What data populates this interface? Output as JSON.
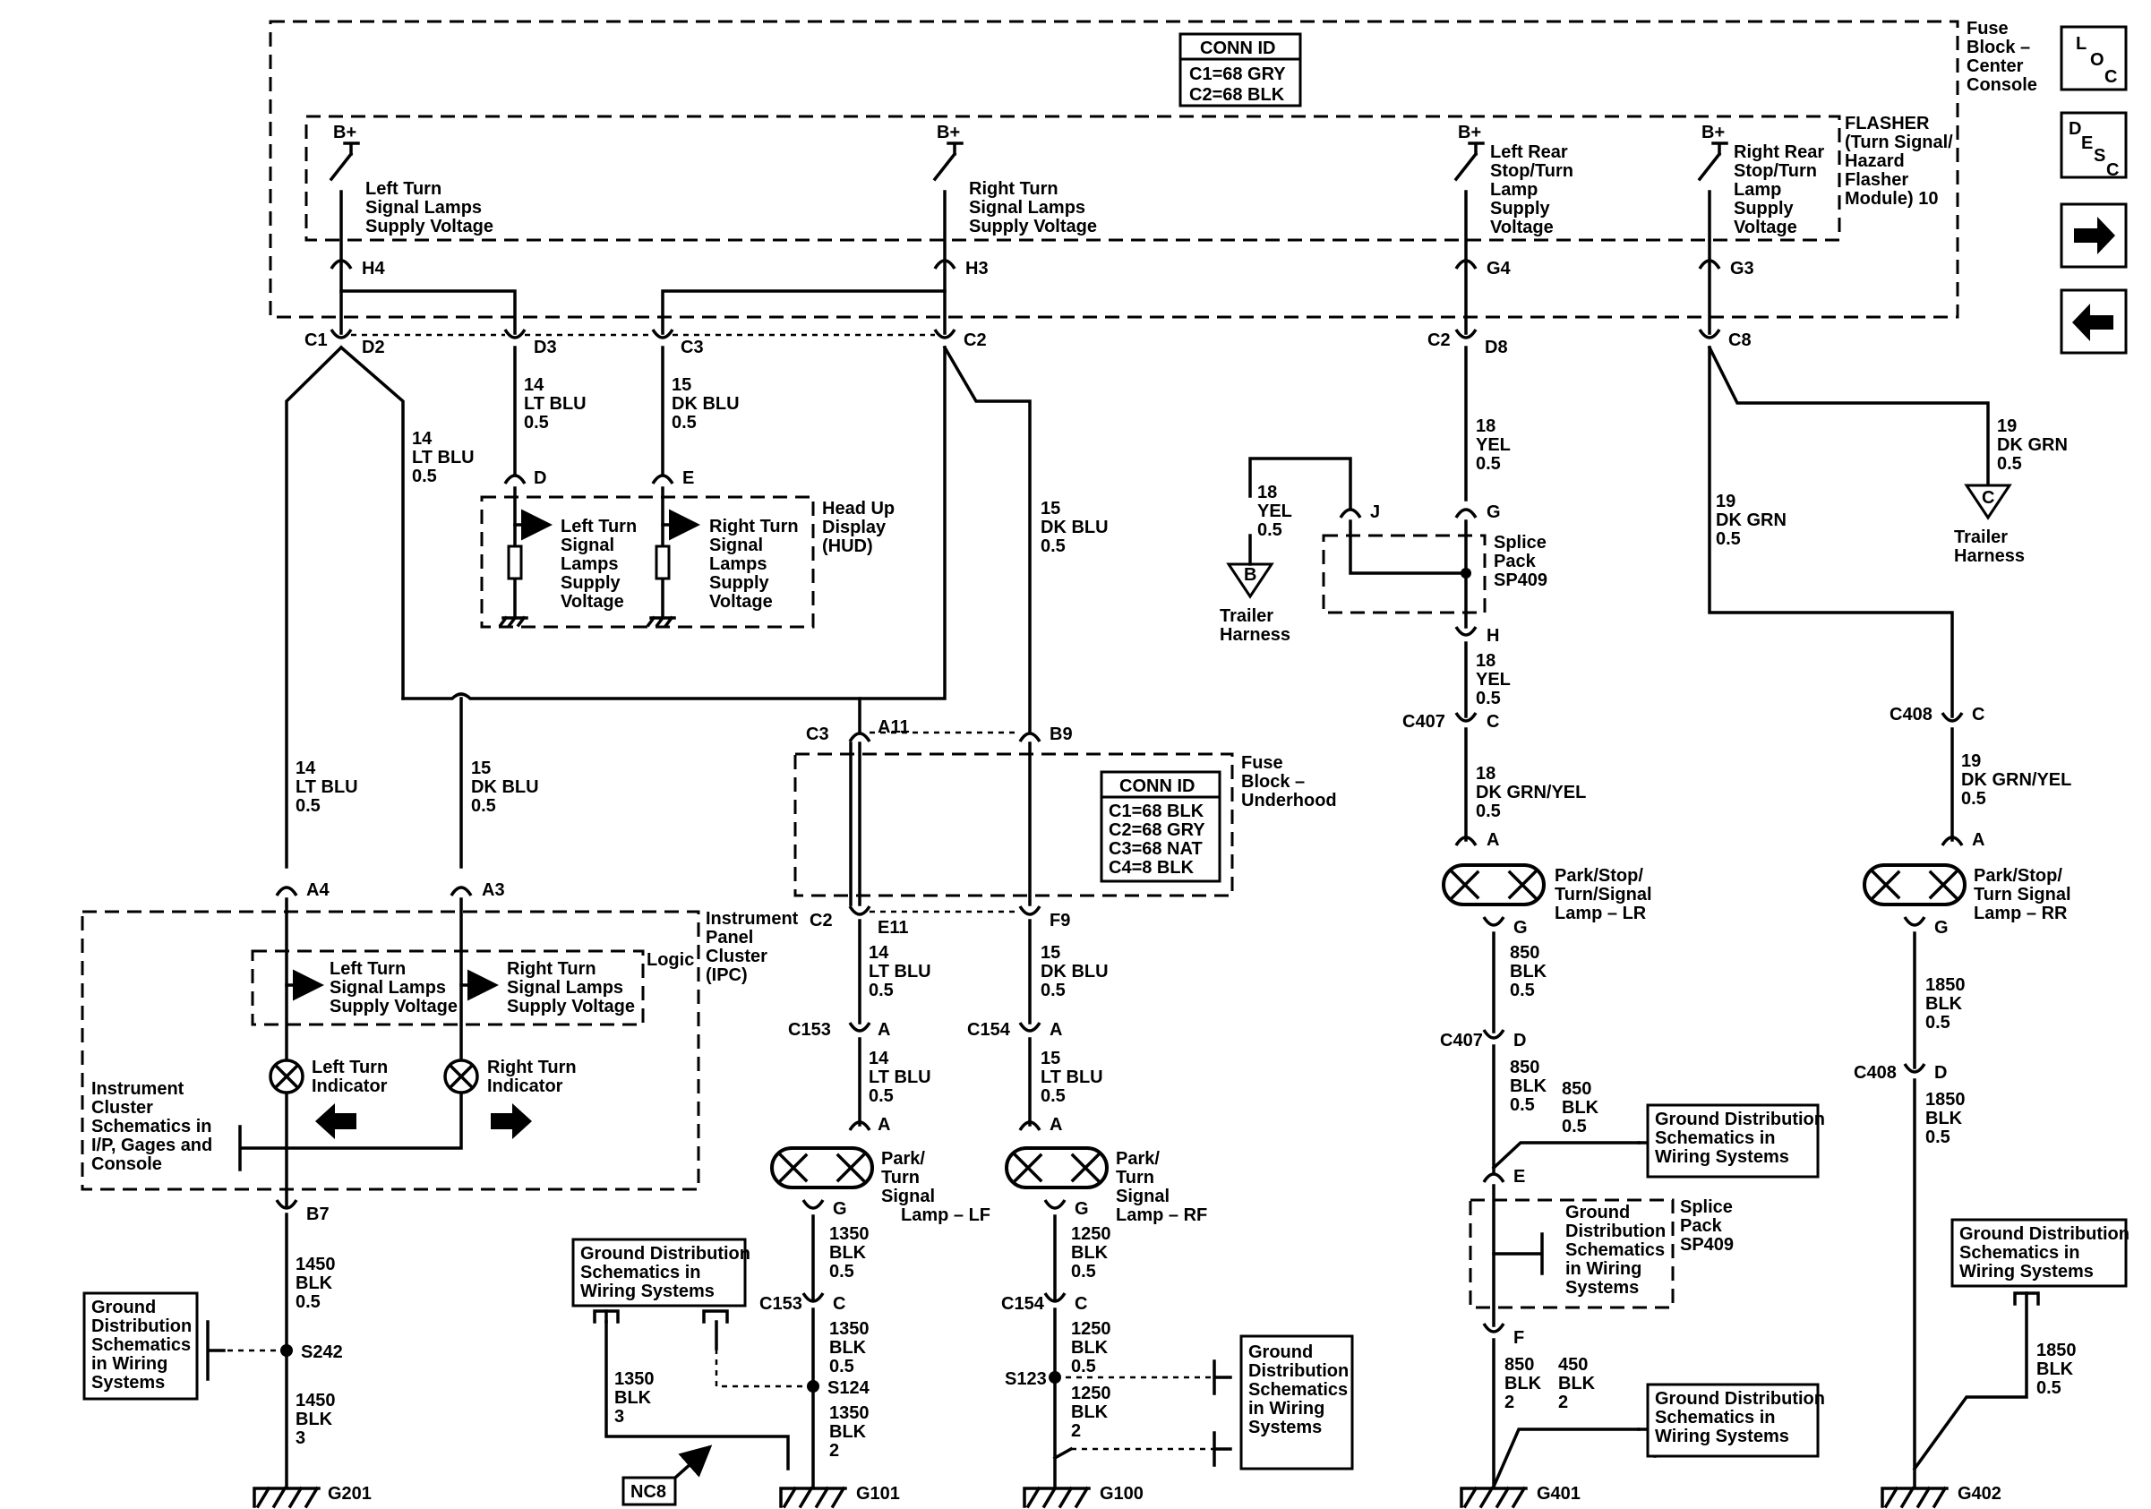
{
  "nav": {
    "loc": [
      "L",
      "O",
      "C"
    ],
    "desc": [
      "D",
      "E",
      "S",
      "C"
    ]
  },
  "fuse_block_console": {
    "title": [
      "Fuse",
      "Block –",
      "Center",
      "Console"
    ],
    "conn_id": {
      "header": "CONN ID",
      "rows": [
        "C1=68 GRY",
        "C2=68 BLK"
      ]
    }
  },
  "flasher": {
    "title": [
      "FLASHER",
      "(Turn Signal/",
      "Hazard",
      "Flasher",
      "Module) 10"
    ],
    "bplus": "B+",
    "outputs": [
      {
        "lines": [
          "Left Turn",
          "Signal Lamps",
          "Supply Voltage"
        ],
        "pin": "H4"
      },
      {
        "lines": [
          "Right Turn",
          "Signal Lamps",
          "Supply Voltage"
        ],
        "pin": "H3"
      },
      {
        "lines": [
          "Left Rear",
          "Stop/Turn",
          "Lamp",
          "Supply",
          "Voltage"
        ],
        "pin": "G4"
      },
      {
        "lines": [
          "Right Rear",
          "Stop/Turn",
          "Lamp",
          "Supply",
          "Voltage"
        ],
        "pin": "G3"
      }
    ]
  },
  "console_pins": {
    "c1": "C1",
    "d2": "D2",
    "d3": "D3",
    "c3": "C3",
    "c2": "C2",
    "c2b": "C2",
    "d8": "D8",
    "c8": "C8"
  },
  "wires": {
    "d3": [
      "14",
      "LT BLU",
      "0.5"
    ],
    "c3": [
      "15",
      "DK BLU",
      "0.5"
    ],
    "d2": [
      "14",
      "LT BLU",
      "0.5"
    ],
    "c2": [
      "15",
      "DK BLU",
      "0.5"
    ],
    "d8": [
      "18",
      "YEL",
      "0.5"
    ],
    "c8": [
      "19",
      "DK GRN",
      "0.5"
    ],
    "trailer_c": [
      "19",
      "DK GRN",
      "0.5"
    ],
    "trailer_b": [
      "18",
      "YEL",
      "0.5"
    ],
    "h_c407": [
      "18",
      "YEL",
      "0.5"
    ],
    "c407_lr": [
      "18",
      "DK GRN/YEL",
      "0.5"
    ],
    "c408_rr": [
      "19",
      "DK GRN/YEL",
      "0.5"
    ],
    "a4": [
      "14",
      "LT BLU",
      "0.5"
    ],
    "a3": [
      "15",
      "DK BLU",
      "0.5"
    ],
    "e11": [
      "14",
      "LT BLU",
      "0.5"
    ],
    "f9": [
      "15",
      "DK BLU",
      "0.5"
    ],
    "c153_lf": [
      "14",
      "LT BLU",
      "0.5"
    ],
    "c154_rf": [
      "15",
      "LT BLU",
      "0.5"
    ],
    "b7": [
      "1450",
      "BLK",
      "0.5"
    ],
    "s242_g201": [
      "1450",
      "BLK",
      "3"
    ],
    "lf_g": [
      "1350",
      "BLK",
      "0.5"
    ],
    "c153_s124": [
      "1350",
      "BLK",
      "0.5"
    ],
    "s124_g101": [
      "1350",
      "BLK",
      "2"
    ],
    "nc8_wire": [
      "1350",
      "BLK",
      "3"
    ],
    "rf_g": [
      "1250",
      "BLK",
      "0.5"
    ],
    "c154_s123": [
      "1250",
      "BLK",
      "0.5"
    ],
    "s123_g100": [
      "1250",
      "BLK",
      "2"
    ],
    "lr_g": [
      "850",
      "BLK",
      "0.5"
    ],
    "c407_e": [
      "850",
      "BLK",
      "0.5"
    ],
    "e_branch": [
      "850",
      "BLK",
      "0.5"
    ],
    "f_g401": [
      "850",
      "BLK",
      "2"
    ],
    "g401_branch": [
      "450",
      "BLK",
      "2"
    ],
    "rr_g": [
      "1850",
      "BLK",
      "0.5"
    ],
    "c408_g402": [
      "1850",
      "BLK",
      "0.5"
    ],
    "g402_branch": [
      "1850",
      "BLK",
      "0.5"
    ]
  },
  "hud": {
    "title": [
      "Head Up",
      "Display",
      "(HUD)"
    ],
    "pin_d": "D",
    "pin_e": "E",
    "left": [
      "Left Turn",
      "Signal",
      "Lamps",
      "Supply",
      "Voltage"
    ],
    "right": [
      "Right Turn",
      "Signal",
      "Lamps",
      "Supply",
      "Voltage"
    ]
  },
  "trailer": {
    "b": "B",
    "c": "C",
    "label": [
      "Trailer",
      "Harness"
    ]
  },
  "splice_sp409_top": {
    "title": [
      "Splice",
      "Pack",
      "SP409"
    ],
    "pin_j": "J",
    "pin_g": "G",
    "pin_h": "H"
  },
  "fuse_block_underhood": {
    "title": [
      "Fuse",
      "Block –",
      "Underhood"
    ],
    "conn_id": {
      "header": "CONN ID",
      "rows": [
        "C1=68 BLK",
        "C2=68 GRY",
        "C3=68 NAT",
        "C4=8 BLK"
      ]
    },
    "pins": {
      "c3": "C3",
      "a11": "A11",
      "b9": "B9",
      "c2": "C2",
      "e11": "E11",
      "f9": "F9"
    }
  },
  "ipc": {
    "title": [
      "Instrument",
      "Panel",
      "Cluster",
      "(IPC)"
    ],
    "logic": "Logic",
    "pin_a4": "A4",
    "pin_a3": "A3",
    "pin_b7": "B7",
    "left": [
      "Left Turn",
      "Signal Lamps",
      "Supply Voltage"
    ],
    "right": [
      "Right Turn",
      "Signal Lamps",
      "Supply Voltage"
    ],
    "left_ind": [
      "Left Turn",
      "Indicator"
    ],
    "right_ind": [
      "Right Turn",
      "Indicator"
    ],
    "ref": [
      "Instrument",
      "Cluster",
      "Schematics in",
      "I/P, Gages and",
      "Console"
    ]
  },
  "connectors": {
    "c407": "C407",
    "c408": "C408",
    "c153": "C153",
    "c154": "C154",
    "a": "A",
    "c": "C",
    "d": "D",
    "g": "G"
  },
  "lamps": {
    "lr": [
      "Park/Stop/",
      "Turn/Signal",
      "Lamp – LR"
    ],
    "rr": [
      "Park/Stop/",
      "Turn Signal",
      "Lamp – RR"
    ],
    "lf": [
      "Park/",
      "Turn",
      "Signal",
      "Lamp – LF"
    ],
    "rf": [
      "Park/",
      "Turn",
      "Signal",
      "Lamp – RF"
    ]
  },
  "splice_sp409_bottom": {
    "title": [
      "Splice",
      "Pack",
      "SP409"
    ],
    "pin_e": "E",
    "pin_f": "F",
    "ref": [
      "Ground",
      "Distribution",
      "Schematics",
      "in Wiring",
      "Systems"
    ]
  },
  "ground_refs": {
    "gd_lines": [
      "Ground Distribution",
      "Schematics in",
      "Wiring Systems"
    ],
    "gd_short": [
      "Ground",
      "Distribution",
      "Schematics",
      "in Wiring",
      "Systems"
    ],
    "gd_g100": [
      "Ground",
      "Distribution",
      "Schematics",
      "in Wiring",
      "Systems"
    ]
  },
  "splices": {
    "s242": "S242",
    "s124": "S124",
    "s123": "S123"
  },
  "grounds": {
    "g201": "G201",
    "g101": "G101",
    "g100": "G100",
    "g401": "G401",
    "g402": "G402"
  },
  "nc8": "NC8"
}
